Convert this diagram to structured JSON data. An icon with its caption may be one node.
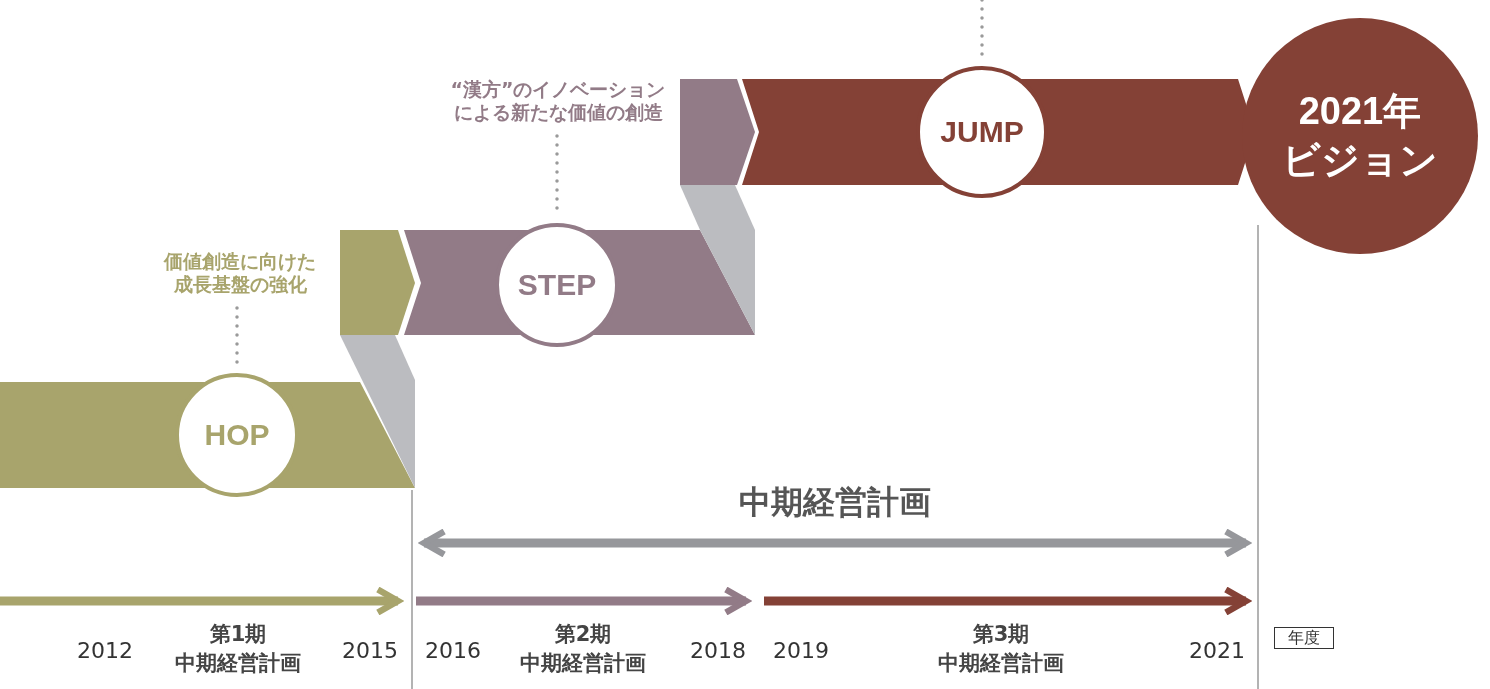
{
  "diagram": {
    "nodes": [
      {
        "text": [
          "価値創造に向けた成長基盤の強化"
        ]
      },
      {
        "text": [
          "HOP"
        ]
      },
      {
        "text": [
          "“漢方”のイノベーションによる新たな価値の創造"
        ]
      },
      {
        "text": [
          "STEP"
        ]
      },
      {
        "text": [
          "JUMP"
        ]
      },
      {
        "text": [
          "2021年ビジョン"
        ]
      }
    ],
    "edges": [
      {
        "from": 0,
        "to": 1,
        "arrow": "none",
        "style": "dashed"
      },
      {
        "from": 2,
        "to": 3,
        "arrow": "none",
        "style": "dashed"
      },
      {
        "from": null,
        "to": 4,
        "arrow": "none",
        "style": "dashed"
      }
    ],
    "labels": [
      "中期経営計画",
      "2012",
      "第1期",
      "中期経営計画",
      "2015",
      "2016",
      "第2期",
      "中期経営計画",
      "2018",
      "2019",
      "第3期",
      "中期経営計画",
      "2021",
      "年度"
    ]
  }
}
